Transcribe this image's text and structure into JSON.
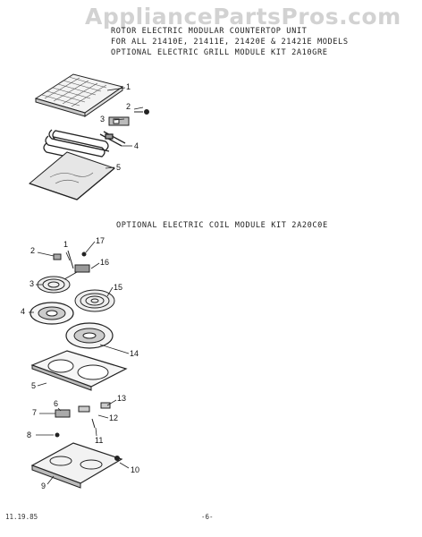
{
  "watermark": "AppliancePartsPros.com",
  "header": {
    "line1": "ROTOR ELECTRIC MODULAR COUNTERTOP UNIT",
    "line2": "FOR ALL 21410E, 21411E, 21420E & 21421E MODELS",
    "line3": "OPTIONAL ELECTRIC GRILL MODULE KIT 2A10GRE"
  },
  "section2_title": "OPTIONAL ELECTRIC COIL MODULE KIT 2A20C0E",
  "grill_callouts": [
    "1",
    "2",
    "3",
    "4",
    "5"
  ],
  "coil_callouts": [
    "1",
    "2",
    "3",
    "4",
    "5",
    "6",
    "7",
    "8",
    "9",
    "10",
    "11",
    "12",
    "13",
    "14",
    "15",
    "16",
    "17"
  ],
  "footer": {
    "date": "11.19.85",
    "page": "-6-"
  }
}
